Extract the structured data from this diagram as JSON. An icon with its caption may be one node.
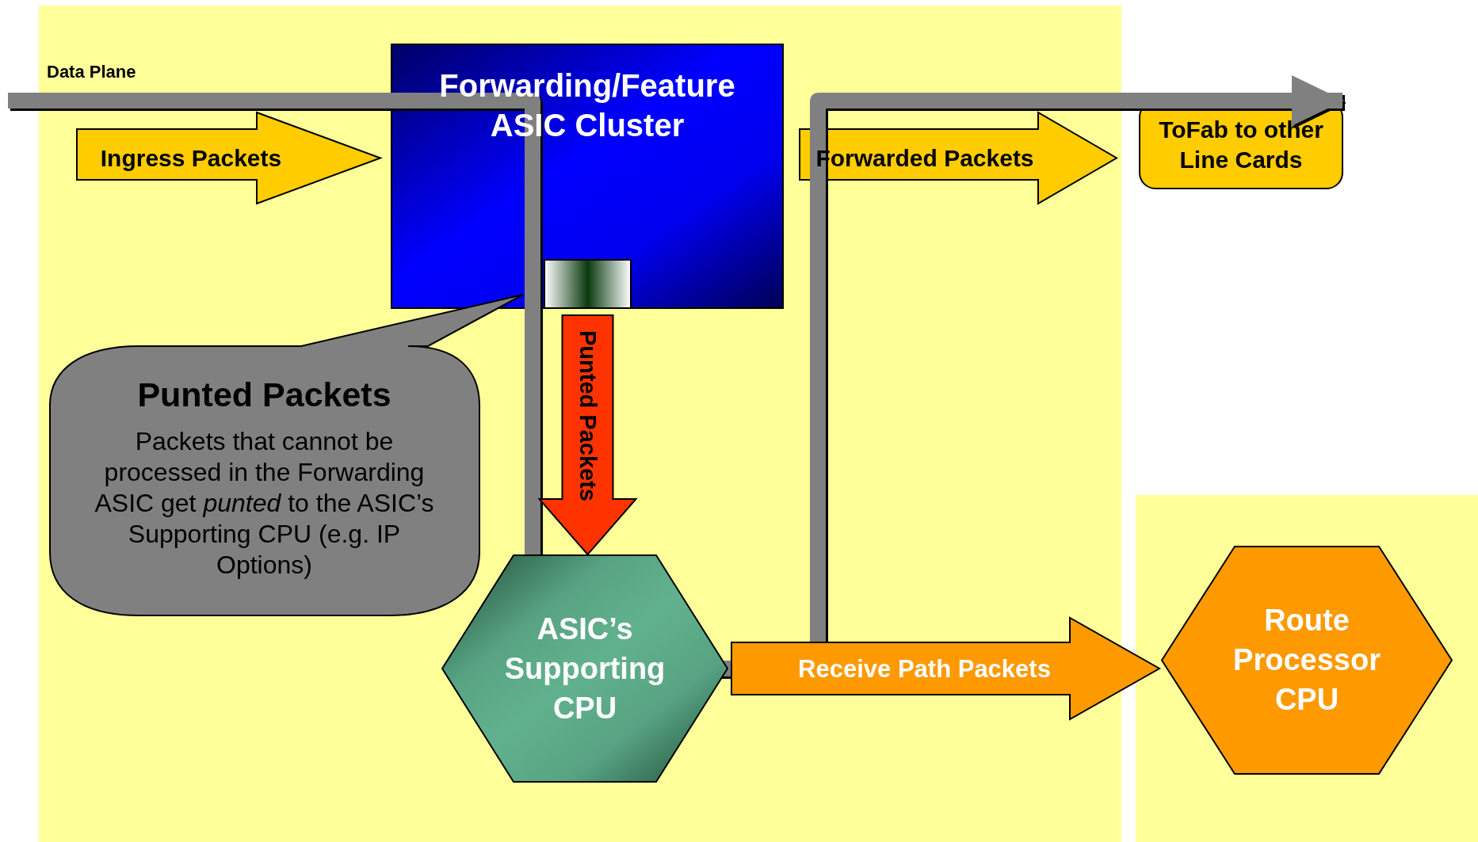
{
  "diagram": {
    "nodes": [
      {
        "text": [
          "Forwarding/Feature ASIC Cluster"
        ]
      },
      {
        "text": [],
        "shape": "box",
        "in": 0
      },
      {
        "text": [
          "Ingress Packets"
        ]
      },
      {
        "text": [
          "Forwarded Packets"
        ]
      },
      {
        "text": [
          "ToFab to other Line Cards"
        ]
      },
      {
        "text": [
          "Punted Packets",
          "Packets that cannot be processed in the Forwarding ASIC get *punted* to the ASIC’s Supporting CPU (e.g. IP Options)"
        ]
      },
      {
        "text": [
          "ASIC’s Supporting CPU"
        ]
      },
      {
        "text": [
          "Route Processor CPU"
        ]
      }
    ],
    "edges": [
      {
        "from": null,
        "to": 4,
        "arrow": "to",
        "label": "Data Plane",
        "color": "#808080"
      },
      {
        "from": 1,
        "to": 6,
        "arrow": "to",
        "label": "Punted Packets",
        "style": "thick",
        "color": "#ff3300"
      },
      {
        "from": 6,
        "to": 7,
        "arrow": "to",
        "label": "Receive Path Packets",
        "style": "thick",
        "color": "#ff9900"
      }
    ]
  }
}
